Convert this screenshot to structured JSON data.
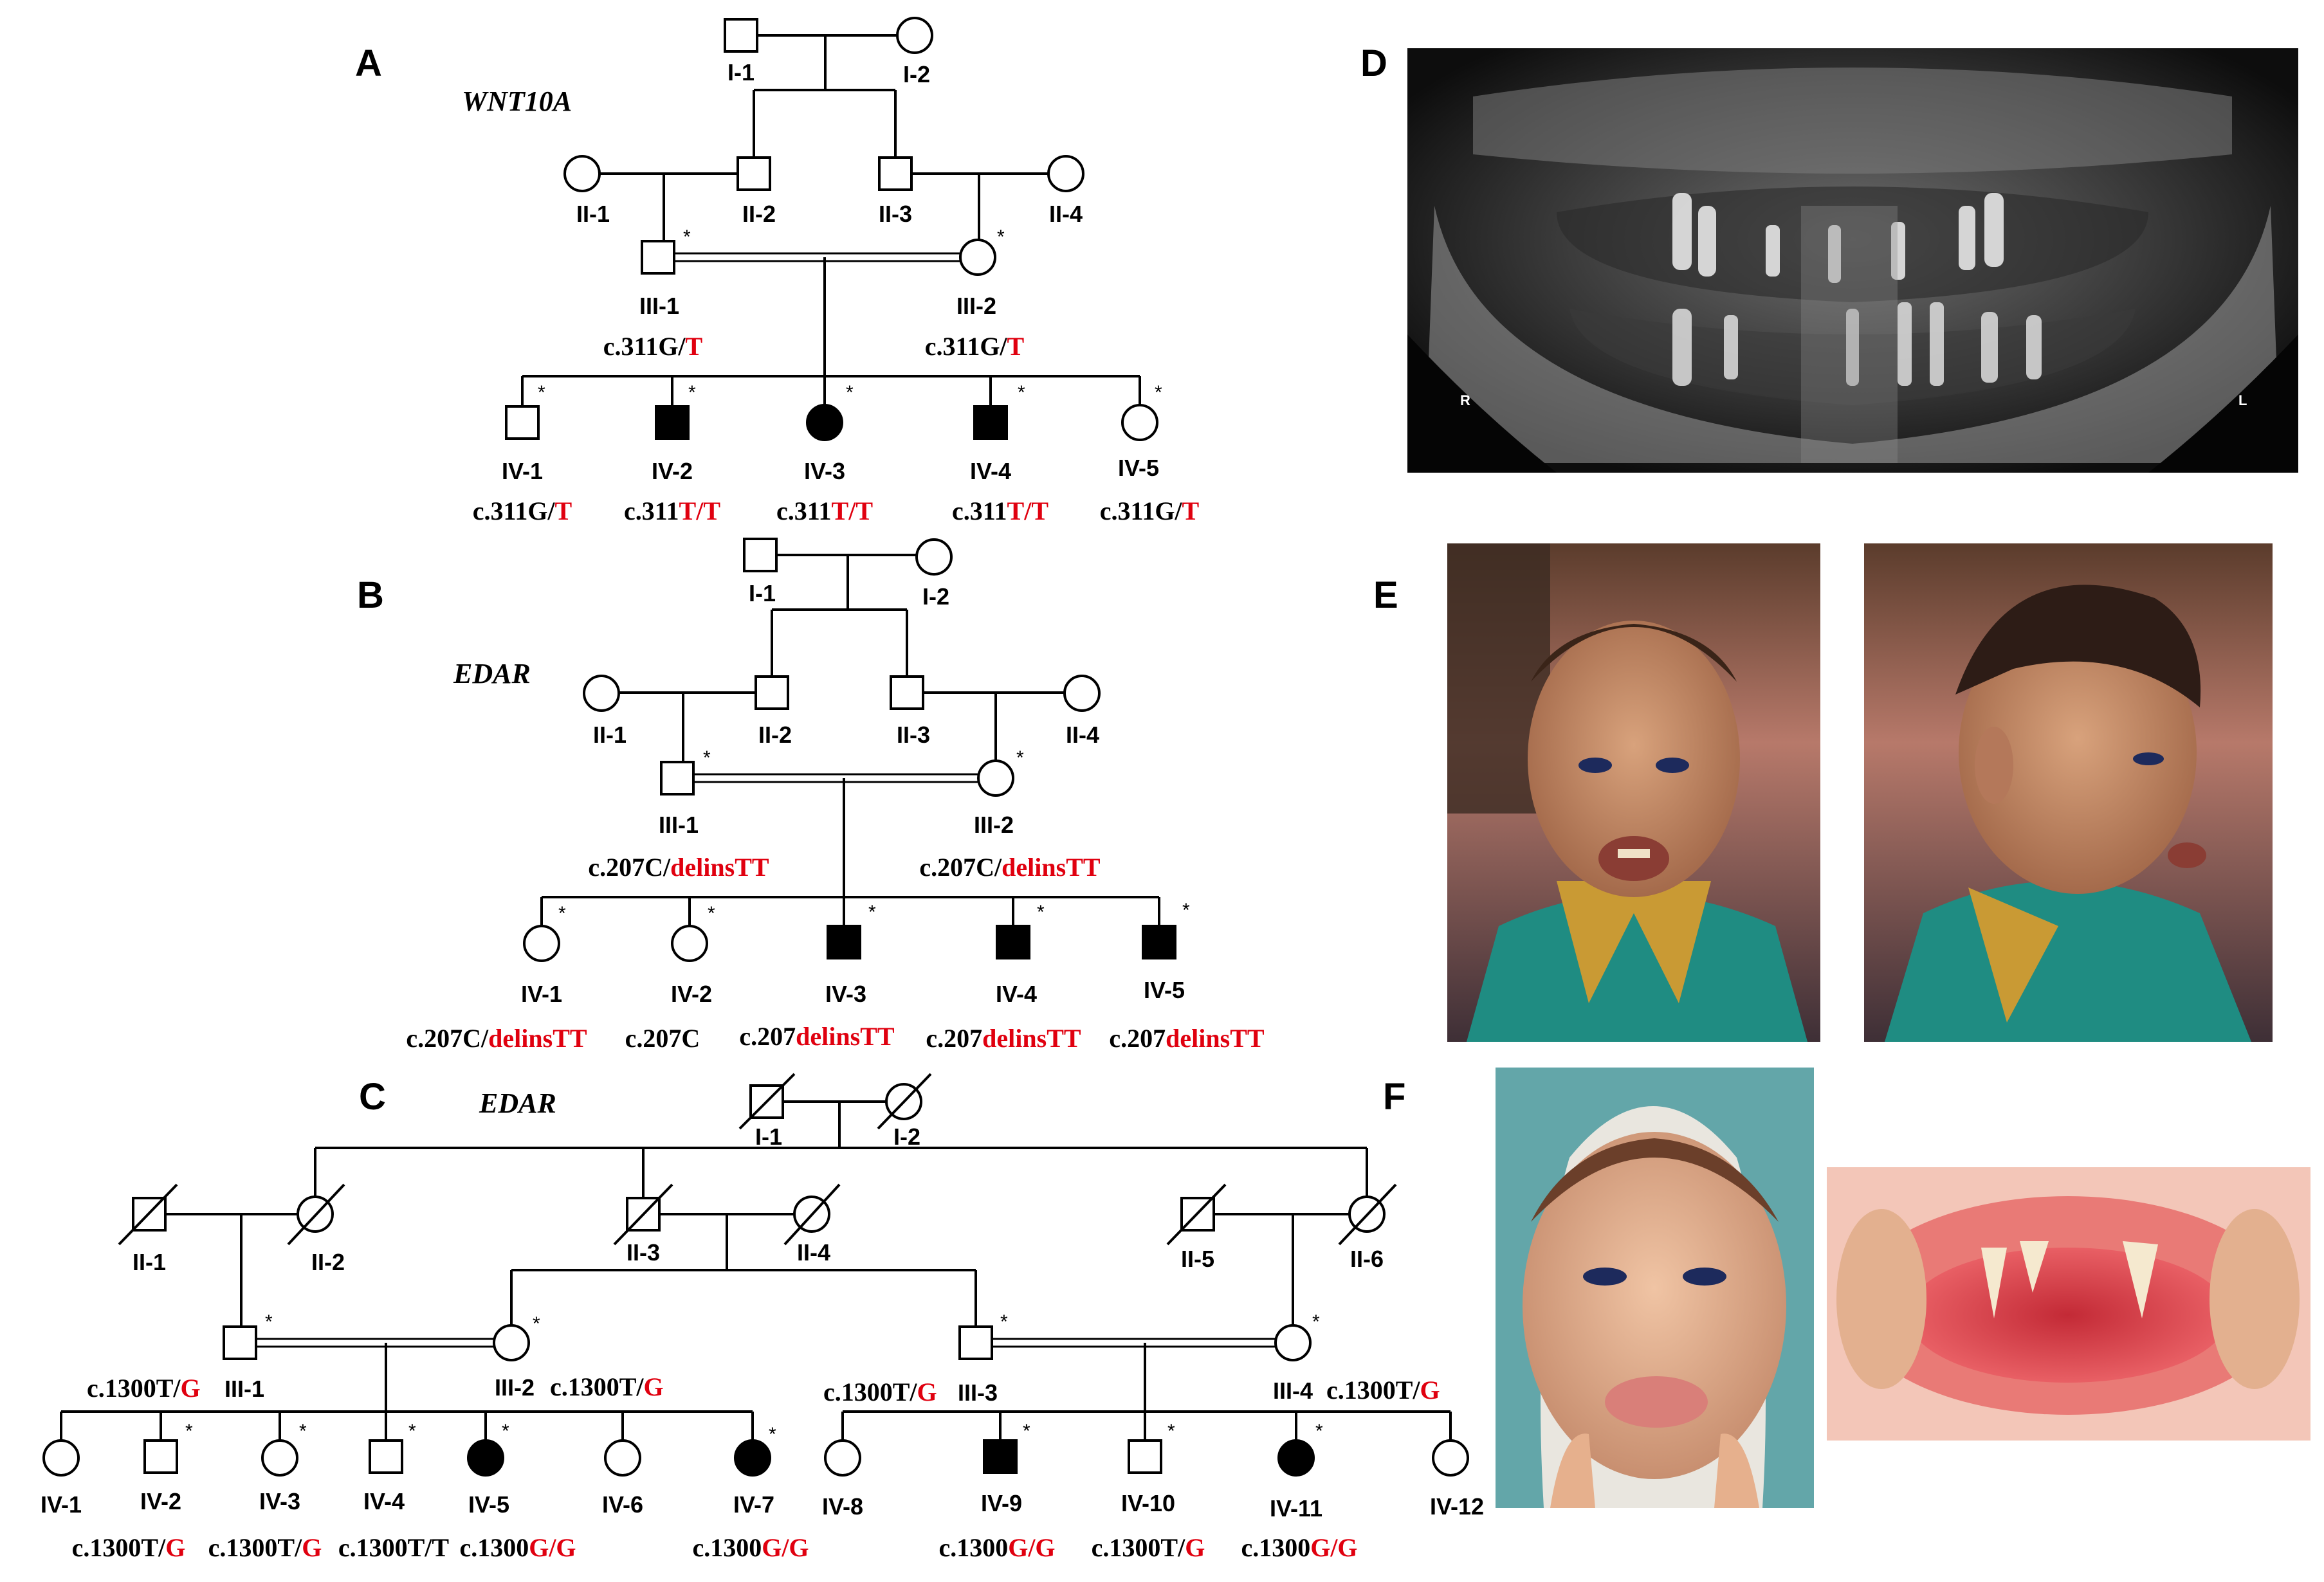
{
  "panels": {
    "A": {
      "letter": "A",
      "gene": "WNT10A",
      "ids": {
        "I1": "I-1",
        "I2": "I-2",
        "II1": "II-1",
        "II2": "II-2",
        "II3": "II-3",
        "II4": "II-4",
        "III1": "III-1",
        "III2": "III-2",
        "IV1": "IV-1",
        "IV2": "IV-2",
        "IV3": "IV-3",
        "IV4": "IV-4",
        "IV5": "IV-5"
      },
      "genotypes": {
        "III1": [
          "c.311G/",
          "T"
        ],
        "III2": [
          "c.311G/",
          "T"
        ],
        "IV1": [
          "c.311G/",
          "T"
        ],
        "IV2": [
          "c.311",
          "T/T"
        ],
        "IV3": [
          "c.311",
          "T/T"
        ],
        "IV4": [
          "c.311",
          "T/T"
        ],
        "IV5": [
          "c.311G/",
          "T"
        ]
      }
    },
    "B": {
      "letter": "B",
      "gene": "EDAR",
      "ids": {
        "I1": "I-1",
        "I2": "I-2",
        "II1": "II-1",
        "II2": "II-2",
        "II3": "II-3",
        "II4": "II-4",
        "III1": "III-1",
        "III2": "III-2",
        "IV1": "IV-1",
        "IV2": "IV-2",
        "IV3": "IV-3",
        "IV4": "IV-4",
        "IV5": "IV-5"
      },
      "genotypes": {
        "III1": [
          "c.207C/",
          "delinsTT"
        ],
        "III2": [
          "c.207C/",
          "delinsTT"
        ],
        "IV1": [
          "c.207C/",
          "delinsTT"
        ],
        "IV2": [
          "c.207C",
          ""
        ],
        "IV3": [
          "c.207",
          "delinsTT"
        ],
        "IV4": [
          "c.207",
          "delinsTT"
        ],
        "IV5": [
          "c.207",
          "delinsTT"
        ]
      }
    },
    "C": {
      "letter": "C",
      "gene": "EDAR",
      "ids": {
        "I1": "I-1",
        "I2": "I-2",
        "II1": "II-1",
        "II2": "II-2",
        "II3": "II-3",
        "II4": "II-4",
        "II5": "II-5",
        "II6": "II-6",
        "III1": "III-1",
        "III2": "III-2",
        "III3": "III-3",
        "III4": "III-4",
        "IV1": "IV-1",
        "IV2": "IV-2",
        "IV3": "IV-3",
        "IV4": "IV-4",
        "IV5": "IV-5",
        "IV6": "IV-6",
        "IV7": "IV-7",
        "IV8": "IV-8",
        "IV9": "IV-9",
        "IV10": "IV-10",
        "IV11": "IV-11",
        "IV12": "IV-12"
      },
      "genotypes": {
        "III1": [
          "c.1300T/",
          "G"
        ],
        "III2": [
          "c.1300T/",
          "G"
        ],
        "III3": [
          "c.1300T/",
          "G"
        ],
        "III4": [
          "c.1300T/",
          "G"
        ],
        "IV2": [
          "c.1300T/",
          "G"
        ],
        "IV3": [
          "c.1300T/",
          "G"
        ],
        "IV4": [
          "c.1300T/T",
          ""
        ],
        "IV5": [
          "c.1300",
          "G/G"
        ],
        "IV7": [
          "c.1300",
          "G/G"
        ],
        "IV9": [
          "c.1300",
          "G/G"
        ],
        "IV10": [
          "c.1300T/",
          "G"
        ],
        "IV11": [
          "c.1300",
          "G/G"
        ]
      }
    },
    "D": {
      "letter": "D",
      "side_right": "R",
      "side_left": "L"
    },
    "E": {
      "letter": "E"
    },
    "F": {
      "letter": "F"
    }
  },
  "marker": "*",
  "colors": {
    "mutant_text": "#e0000f",
    "ink": "#000000"
  }
}
